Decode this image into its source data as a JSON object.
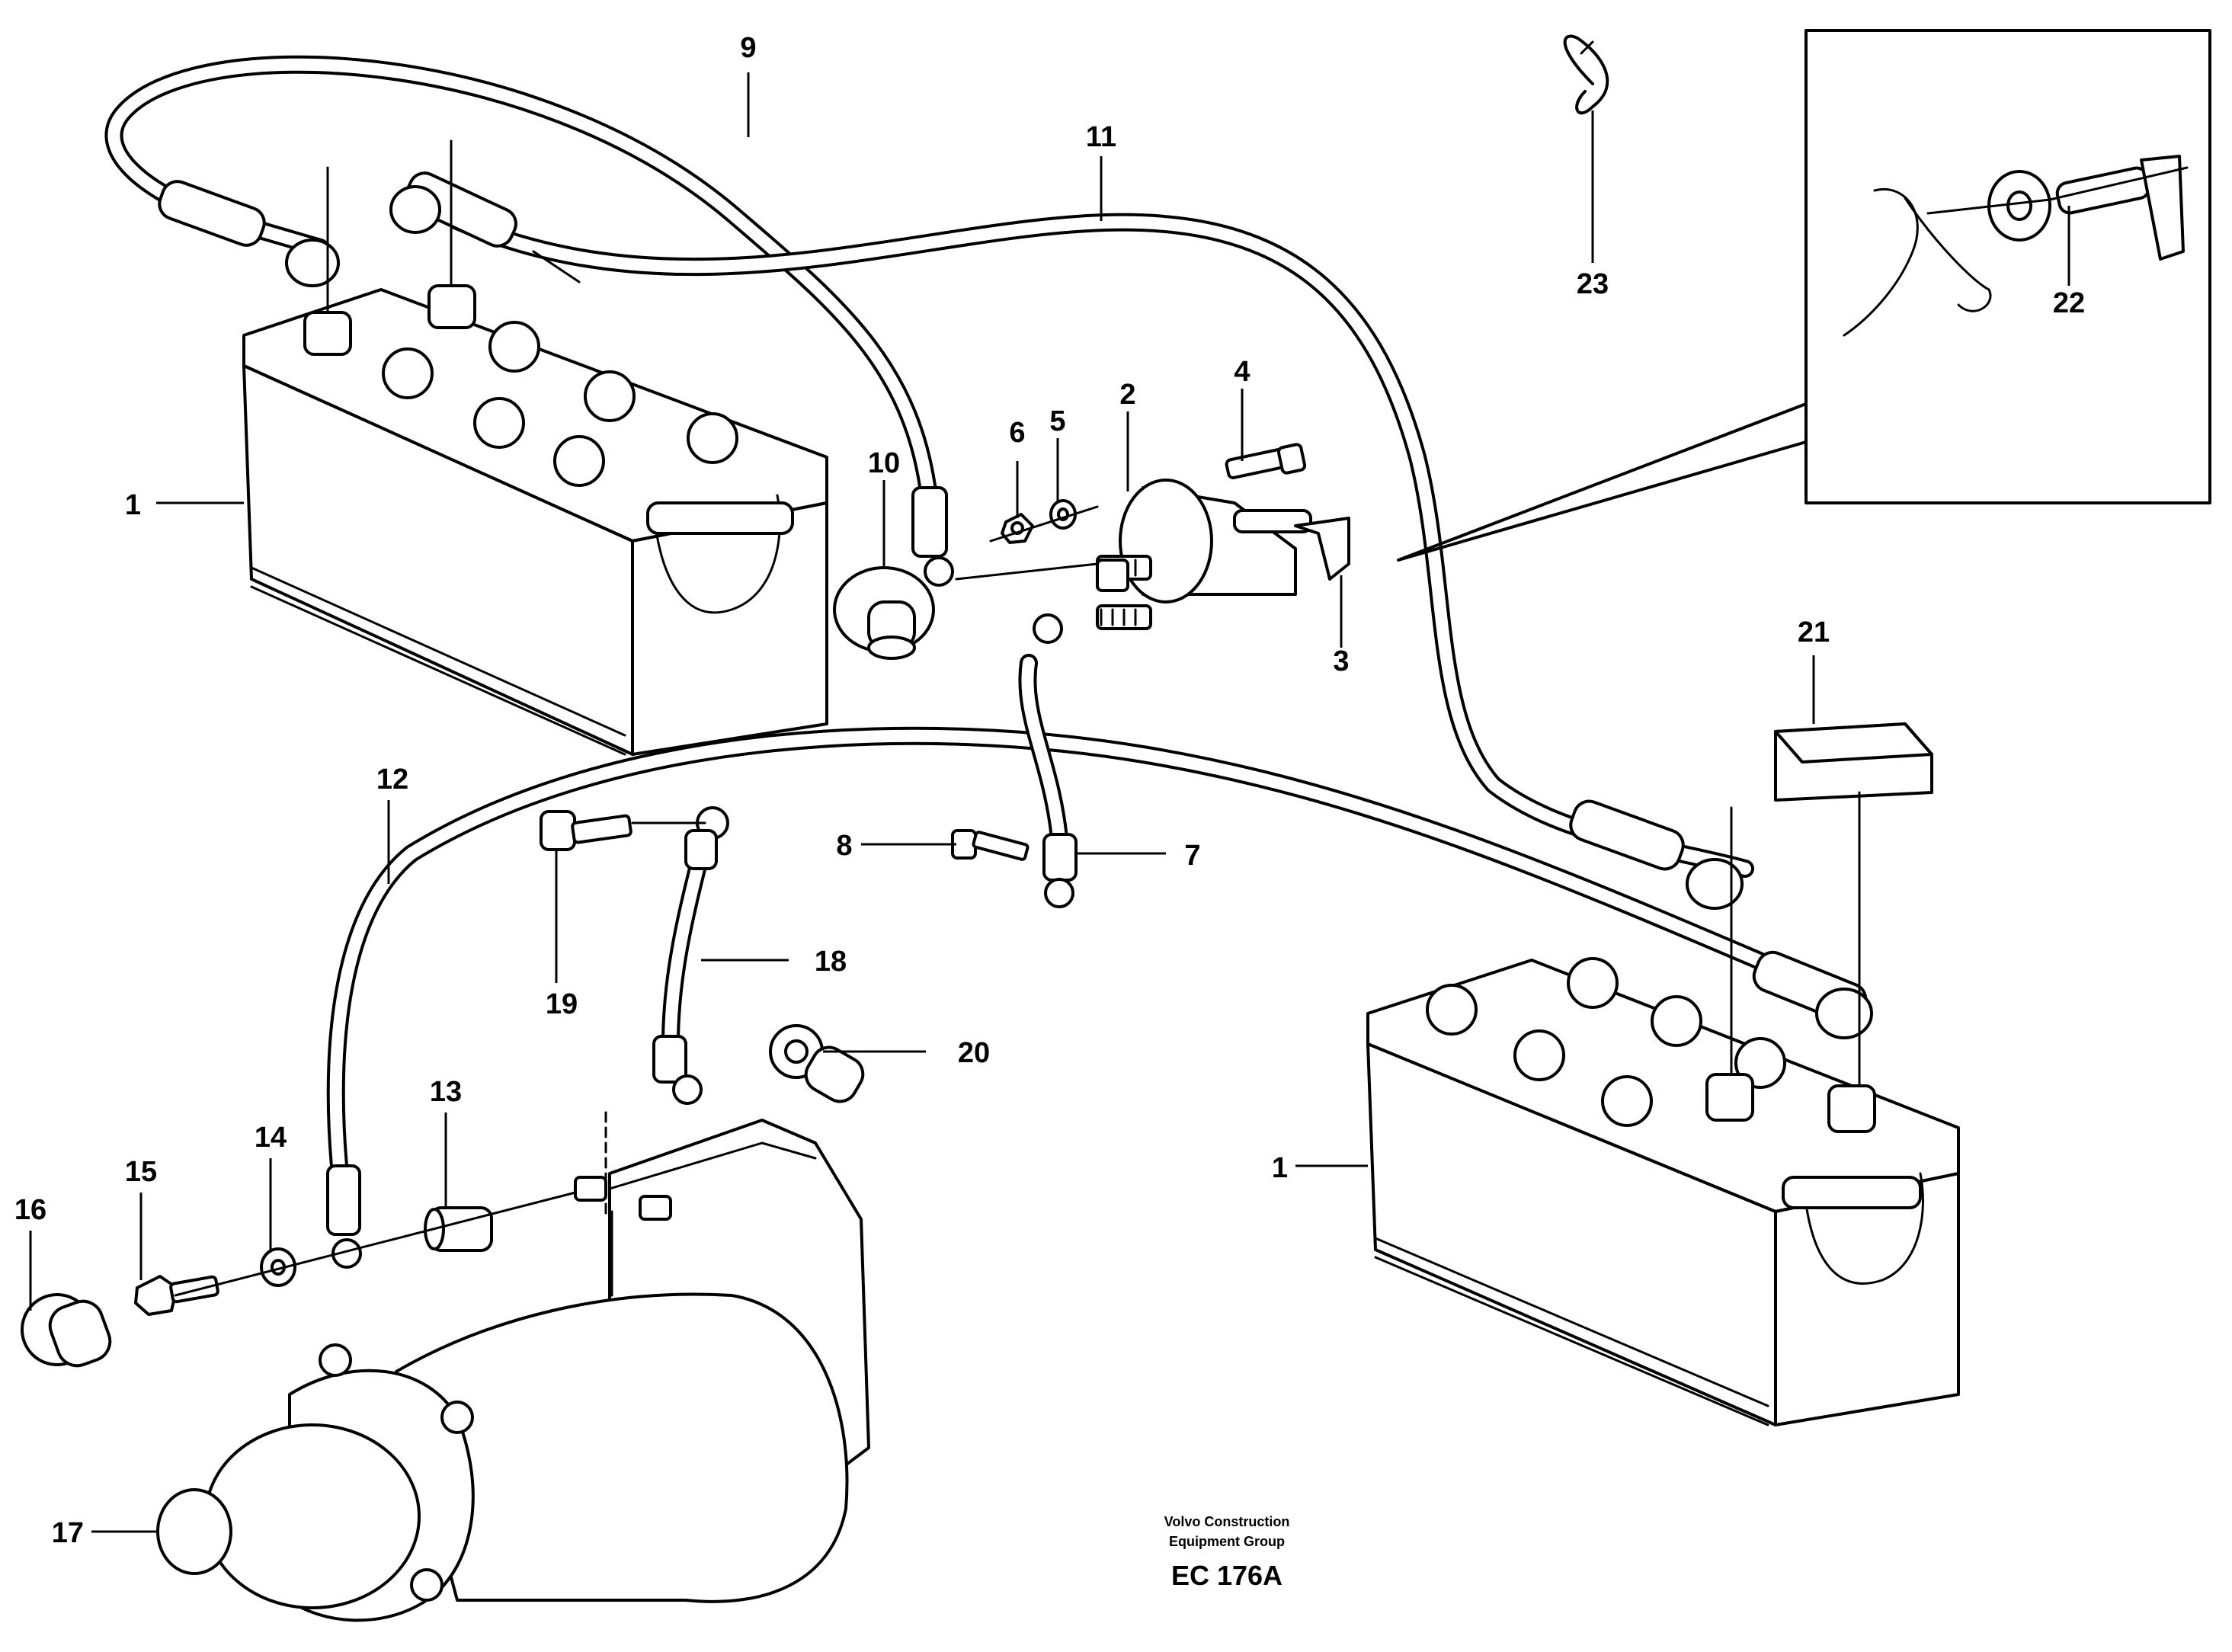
{
  "callouts": {
    "n1a": "1",
    "n1b": "1",
    "n2": "2",
    "n3": "3",
    "n4": "4",
    "n5": "5",
    "n6": "6",
    "n7": "7",
    "n8": "8",
    "n9": "9",
    "n10": "10",
    "n11": "11",
    "n12": "12",
    "n13": "13",
    "n14": "14",
    "n15": "15",
    "n16": "16",
    "n17": "17",
    "n18": "18",
    "n19": "19",
    "n20": "20",
    "n21": "21",
    "n22": "22",
    "n23": "23"
  },
  "credit": {
    "line1": "Volvo Construction",
    "line2": "Equipment Group"
  },
  "drawing_code": "EC 176A"
}
